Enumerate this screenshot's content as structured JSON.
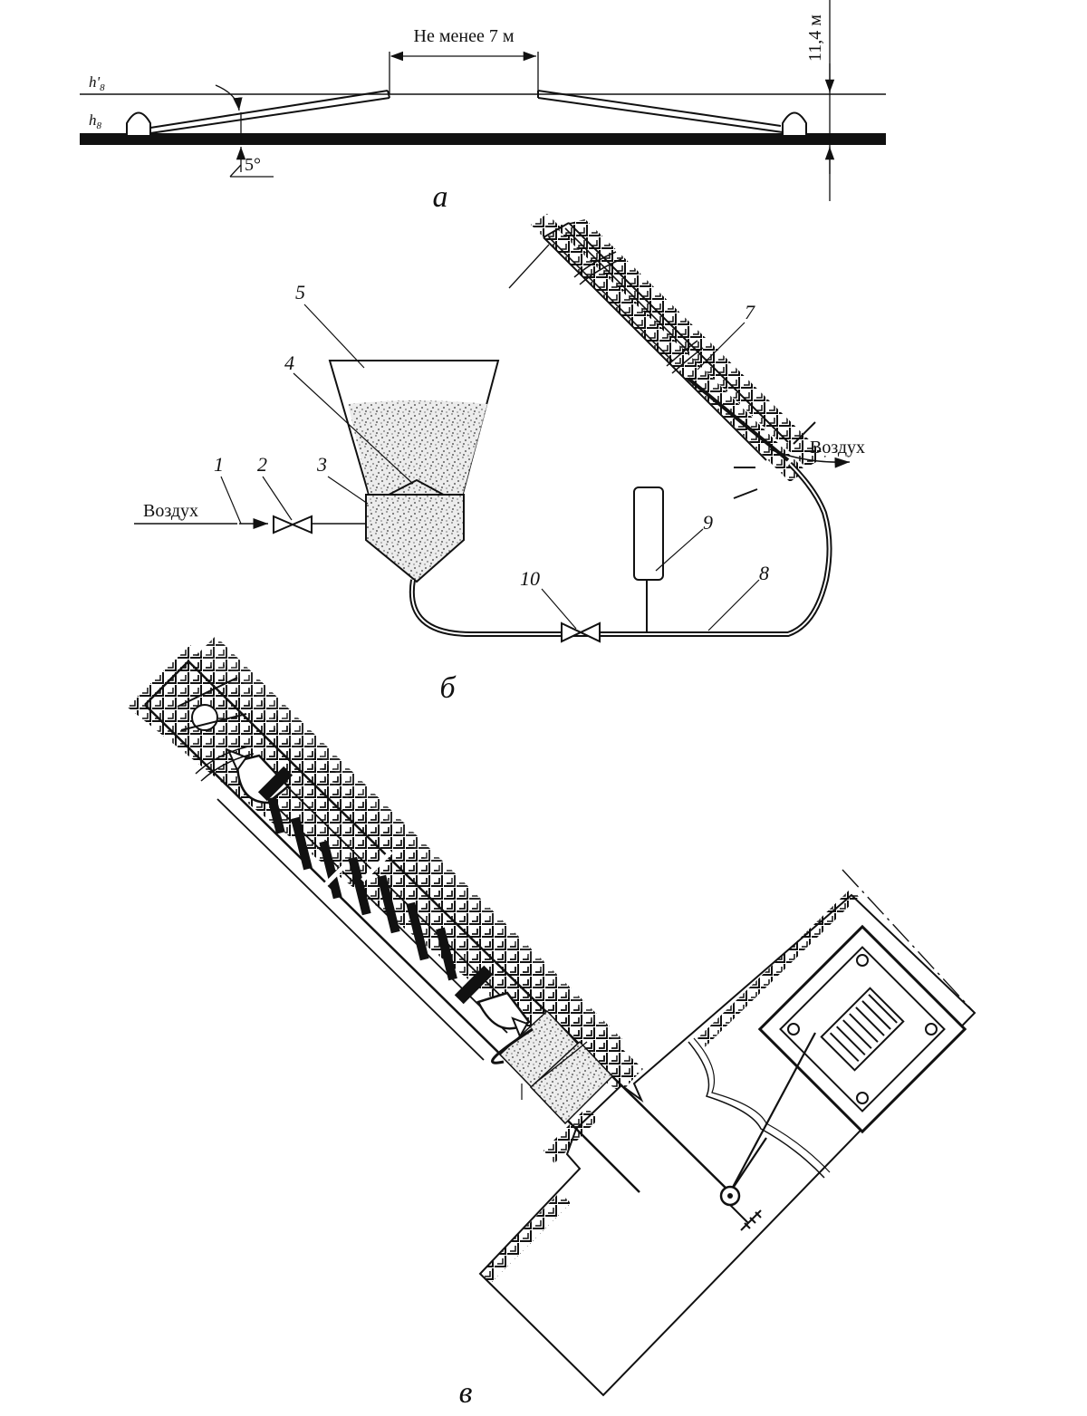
{
  "section_a": {
    "caption": "а",
    "label_h_prime": "h'",
    "label_h_prime_sub": "8",
    "label_h": "h",
    "label_h_sub": "8",
    "dimension_top": "Не менее 7 м",
    "dimension_right": "11,4 м",
    "angle": "5°"
  },
  "section_b": {
    "caption": "б",
    "air_in": "Воздух",
    "air_out": "Воздух",
    "callouts": [
      "1",
      "2",
      "3",
      "4",
      "5",
      "7",
      "8",
      "9",
      "10"
    ]
  },
  "section_v": {
    "caption": "в"
  },
  "colors": {
    "ink": "#111111",
    "background": "#ffffff",
    "material_fill": "#c9c9c9"
  }
}
